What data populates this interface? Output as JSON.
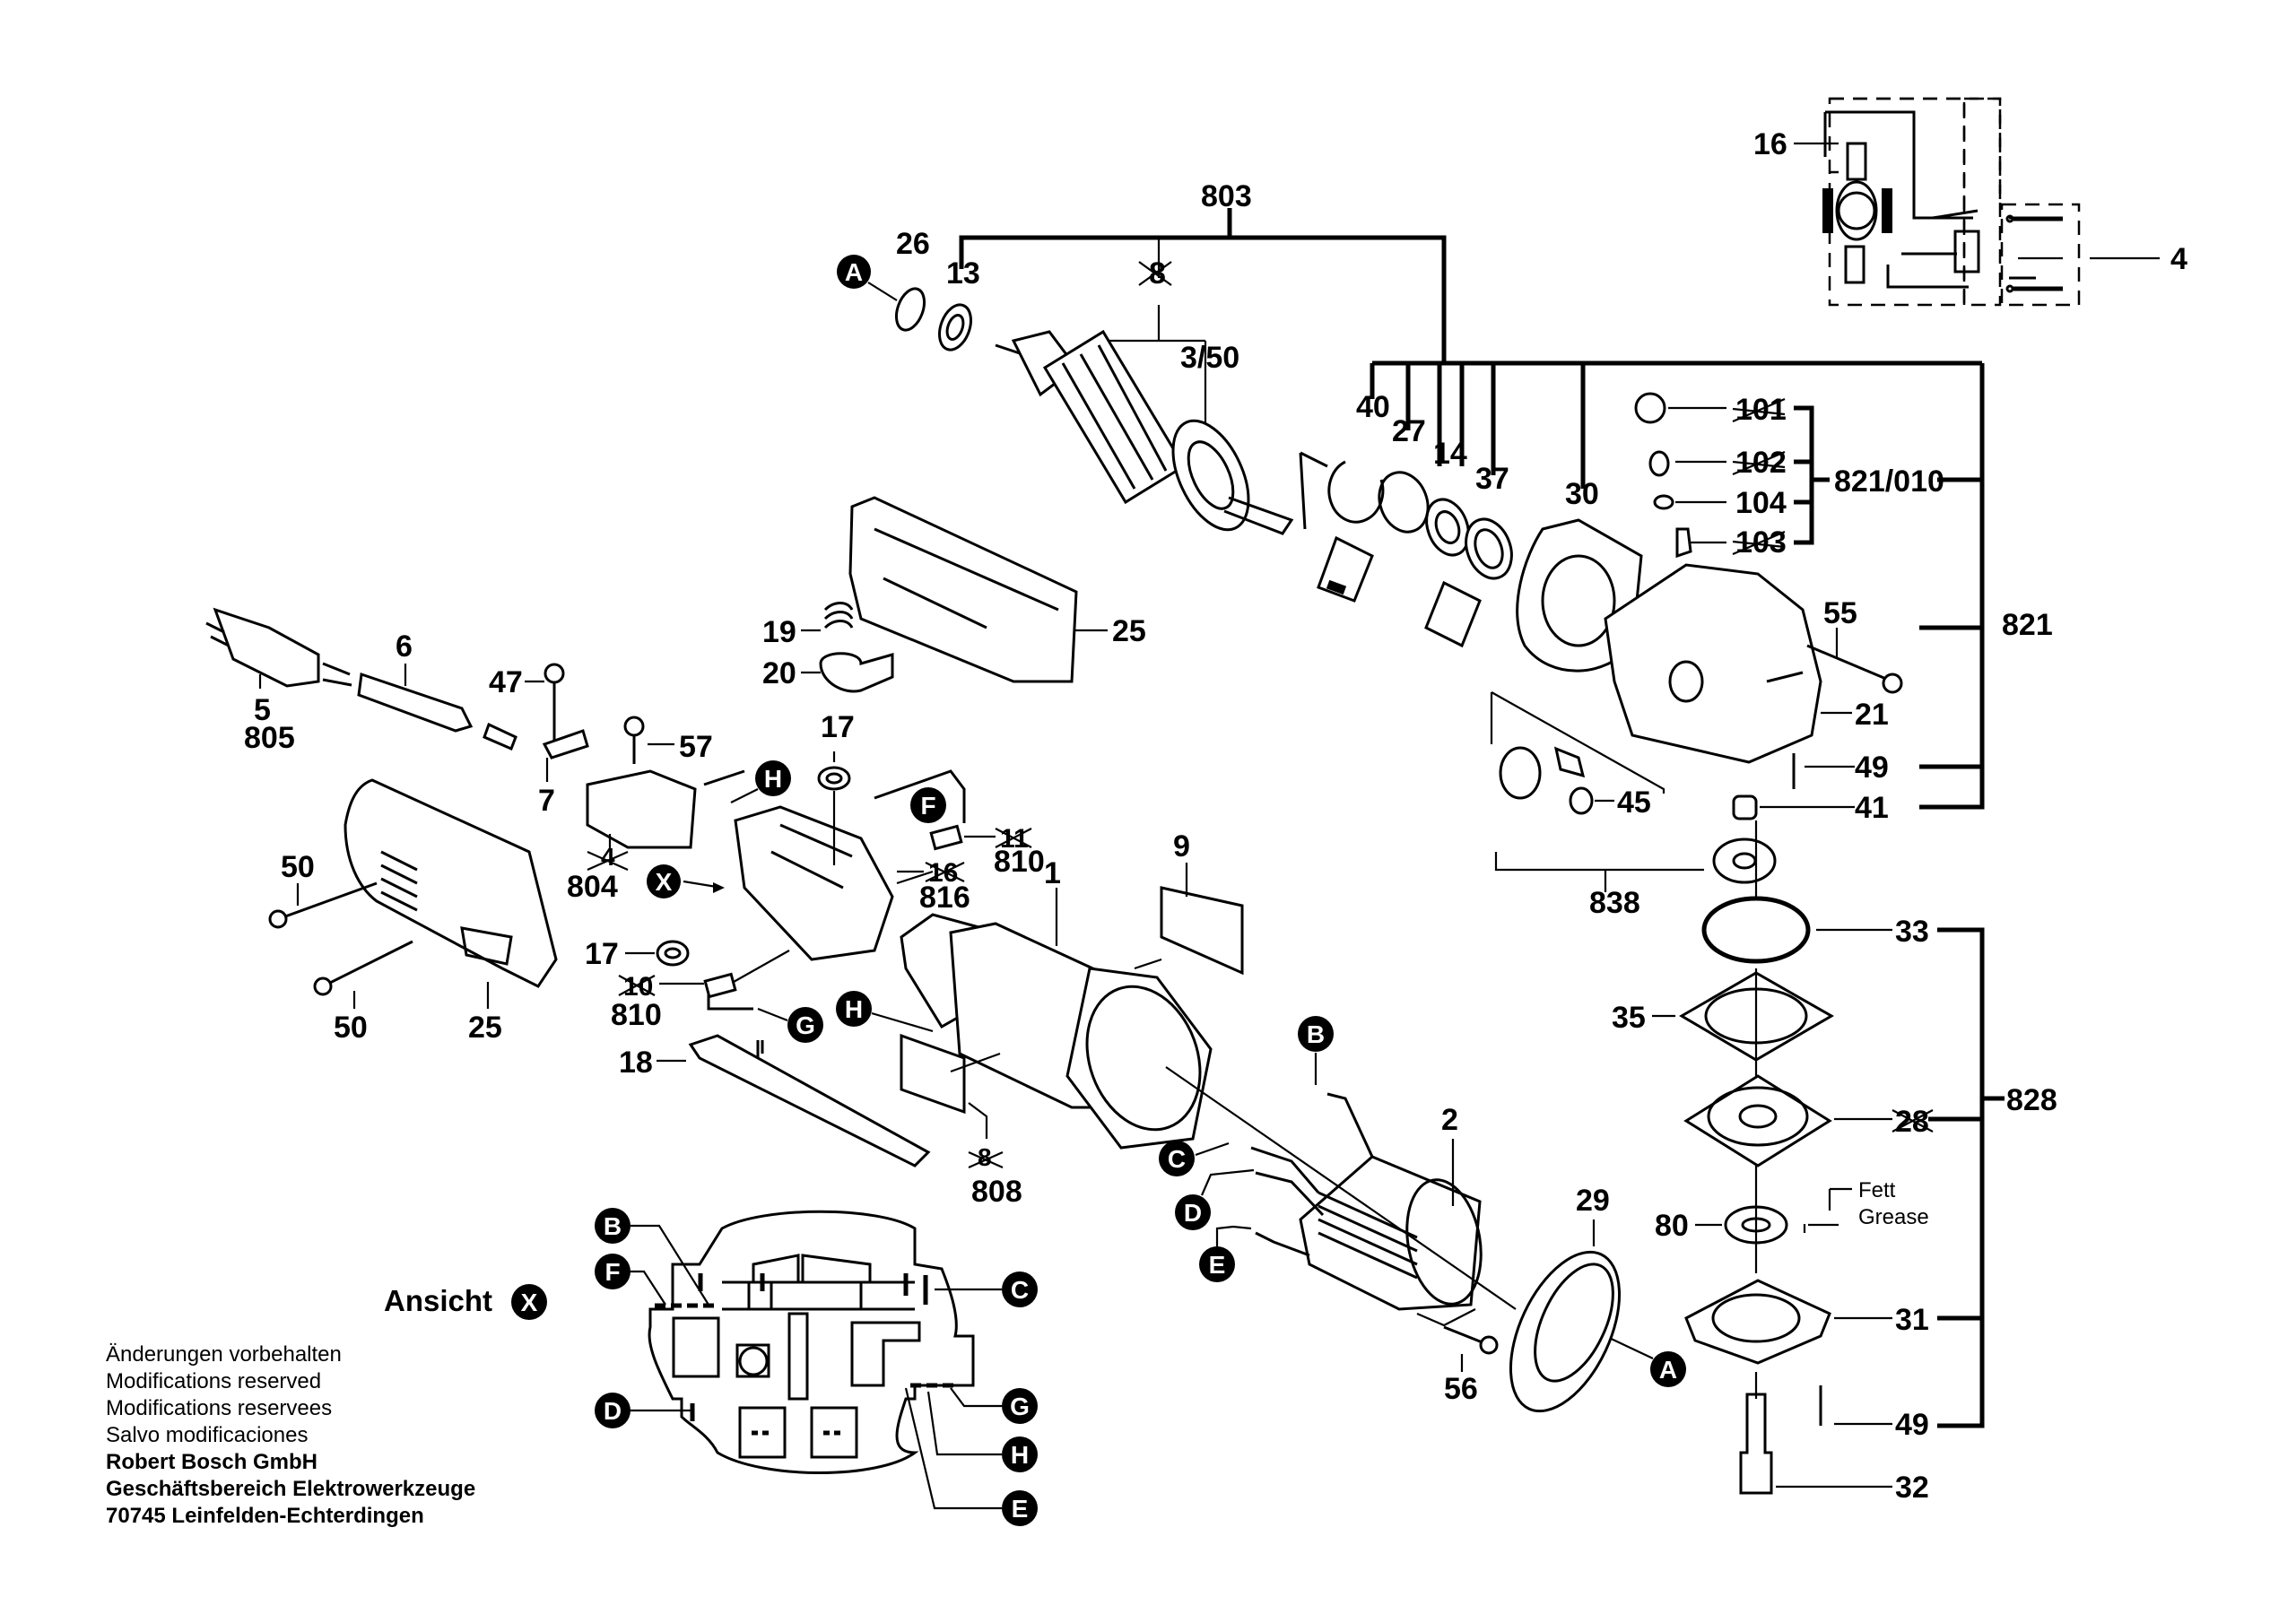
{
  "diagram": {
    "title": "Exploded parts diagram - angle grinder",
    "labels": {
      "l803": "803",
      "l26": "26",
      "l13": "13",
      "l8": "8",
      "l3_50": "3/50",
      "l40": "40",
      "l27": "27",
      "l14": "14",
      "l37": "37",
      "l30": "30",
      "l101": "101",
      "l102": "102",
      "l104": "104",
      "l103": "103",
      "l821_010": "821/010",
      "l821": "821",
      "l55": "55",
      "l21": "21",
      "l49a": "49",
      "l41": "41",
      "l45": "45",
      "l838": "838",
      "l33": "33",
      "l35": "35",
      "l28": "28",
      "l828": "828",
      "l80": "80",
      "l31": "31",
      "l49b": "49",
      "l32": "32",
      "l16": "16",
      "l4": "4",
      "l25a": "25",
      "l19": "19",
      "l20": "20",
      "l6": "6",
      "l5": "5",
      "l805": "805",
      "l47": "47",
      "l57": "57",
      "l7": "7",
      "l4b": "4",
      "l804": "804",
      "l17a": "17",
      "l11": "11",
      "l810a": "810",
      "l10a": "16",
      "l816": "816",
      "l50a": "50",
      "l50b": "50",
      "l25b": "25",
      "l17b": "17",
      "l10b": "10",
      "l810b": "810",
      "l18": "18",
      "l9": "9",
      "l1": "1",
      "l808x": "8",
      "l808": "808",
      "l2": "2",
      "l29": "29",
      "l56": "56"
    },
    "callouts": {
      "A": "A",
      "B": "B",
      "C": "C",
      "D": "D",
      "E": "E",
      "F": "F",
      "G": "G",
      "H": "H",
      "X": "X"
    },
    "struck_labels": [
      "8",
      "101",
      "102",
      "103",
      "28",
      "4",
      "11",
      "16",
      "10",
      "8"
    ],
    "grease_note": {
      "de": "Fett",
      "en": "Grease"
    },
    "view_label": "Ansicht",
    "view_callout": "X"
  },
  "footer": {
    "lines": [
      "Änderungen vorbehalten",
      "Modifications reserved",
      "Modifications reservees",
      "Salvo modificaciones"
    ],
    "company": "Robert Bosch GmbH",
    "division": "Geschäftsbereich Elektrowerkzeuge",
    "address": "70745 Leinfelden-Echterdingen"
  }
}
